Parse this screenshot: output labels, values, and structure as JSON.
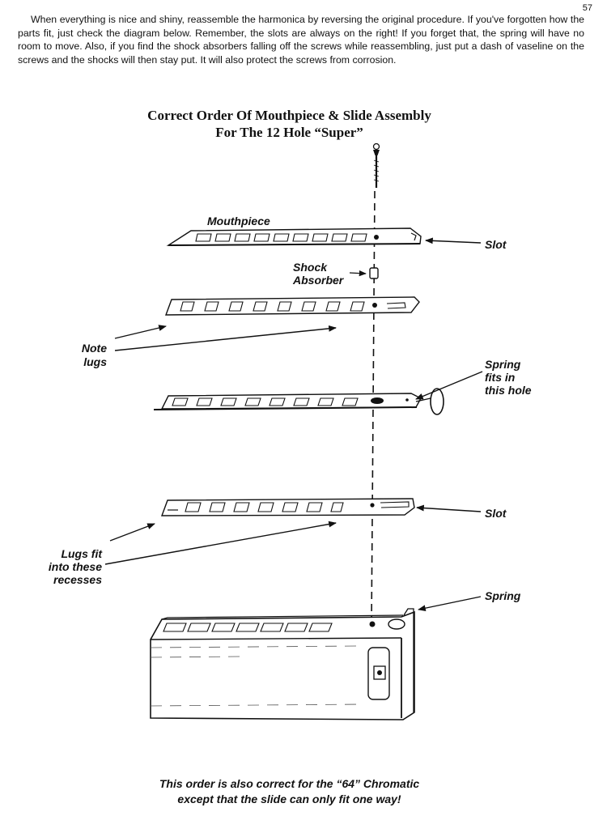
{
  "page": {
    "number": "57",
    "intro_text": "When everything is nice and shiny, reassemble the harmonica by reversing the original procedure. If you've forgotten how the parts fit, just check the diagram below. Remember, the slots are always on the right! If you forget that, the spring will have no room to move. Also, if you find the shock absorbers falling off the screws while reassembling, just put a dash of vaseline on the screws and the shocks will then stay put. It will also protect the screws from corrosion."
  },
  "diagram": {
    "title_line1": "Correct Order Of Mouthpiece & Slide Assembly",
    "title_line2": "For The 12 Hole “Super”",
    "labels": {
      "mouthpiece": "Mouthpiece",
      "slot_top": "Slot",
      "shock_line1": "Shock",
      "shock_line2": "Absorber",
      "note_line1": "Note",
      "note_line2": "lugs",
      "spring_hole_line1": "Spring",
      "spring_hole_line2": "fits in",
      "spring_hole_line3": "this hole",
      "slot_bottom": "Slot",
      "lugs_line1": "Lugs fit",
      "lugs_line2": "into these",
      "lugs_line3": "recesses",
      "spring": "Spring"
    }
  },
  "footer": {
    "line1": "This order is also correct for the “64” Chromatic",
    "line2_prefix": "except that the slide can only fit ",
    "line2_emphasis": "one way!"
  }
}
